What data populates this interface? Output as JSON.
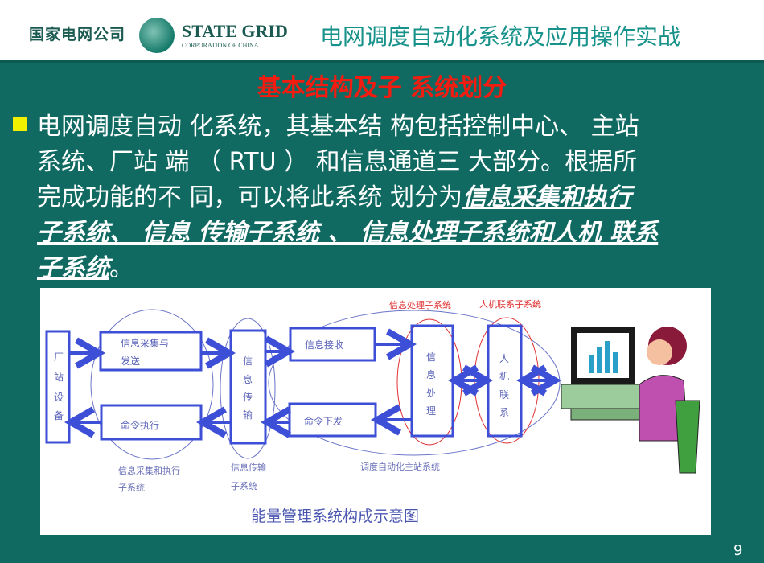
{
  "header": {
    "logo_cn": "国家电网公司",
    "logo_en": "STATE GRID",
    "logo_en_sub": "CORPORATION OF CHINA",
    "title": "电网调度自动化系统及应用操作实战"
  },
  "slide": {
    "title": "基本结构及子 系统划分",
    "body": {
      "l1": "电网调度自动 化系统，其基本结 构包括控制中心、 主站",
      "l2": "系统、厂站 端 （ RTU ） 和信息通道三 大部分。根据所",
      "l3a": "完成功能的不 同，可以将此系统 划分为",
      "l3b": "信息采集和执行",
      "l4": "子系统、 信息 传输子系统 、 信息处理子系统和人机 联系",
      "l5a": "子系统",
      "l5b": "。"
    },
    "page_number": "9"
  },
  "diagram": {
    "boxes": {
      "station": [
        "厂",
        "站",
        "设",
        "备"
      ],
      "collect1": "信息采集与",
      "collect2": "发送",
      "execute": "命令执行",
      "transfer": [
        "信",
        "息",
        "传",
        "输"
      ],
      "receive": "信息接收",
      "dispatch": "命令下发",
      "process": [
        "信",
        "息",
        "处",
        "理"
      ],
      "hmi": [
        "人",
        "机",
        "联",
        "系"
      ]
    },
    "labels": {
      "process_sub": "信息处理子系统",
      "hmi_sub": "人机联系子系统",
      "collect_sub1": "信息采集和执行",
      "collect_sub2": "子系统",
      "transfer_sub1": "信息传输",
      "transfer_sub2": "子系统",
      "master": "调度自动化主站系统"
    },
    "caption": "能量管理系统构成示意图"
  }
}
